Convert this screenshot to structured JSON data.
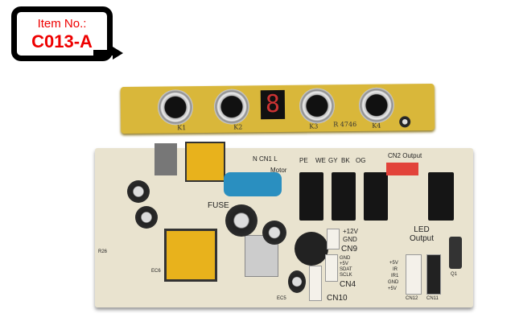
{
  "badge": {
    "line1": "Item No.:",
    "line2": "C013-A"
  },
  "top_board": {
    "display_digit": "8",
    "marking": "R 4746",
    "button_labels": [
      "K1",
      "K2",
      "K3",
      "K4"
    ]
  },
  "bottom_board": {
    "labels": {
      "cn1": "N CN1 L",
      "motor": "Motor",
      "wires": [
        "PE",
        "WE",
        "GY",
        "BK",
        "OG"
      ],
      "cn2": "CN2 Output",
      "fuse": "FUSE",
      "cn9": "CN9",
      "cn9_pins": [
        "+12V",
        "GND"
      ],
      "cn4": "CN4",
      "cn4_pins": [
        "GND",
        "+5V",
        "SDAT",
        "SCLK"
      ],
      "cn10": "CN10",
      "cn12_pins": [
        "+5V",
        "IR",
        "IR1",
        "GND",
        "+5V"
      ],
      "cn12": "CN12",
      "cn11": "CN11",
      "led_output": "LED Output",
      "r28": "R26",
      "ec6": "EC6",
      "ec5": "EC5",
      "q1": "Q1"
    }
  }
}
